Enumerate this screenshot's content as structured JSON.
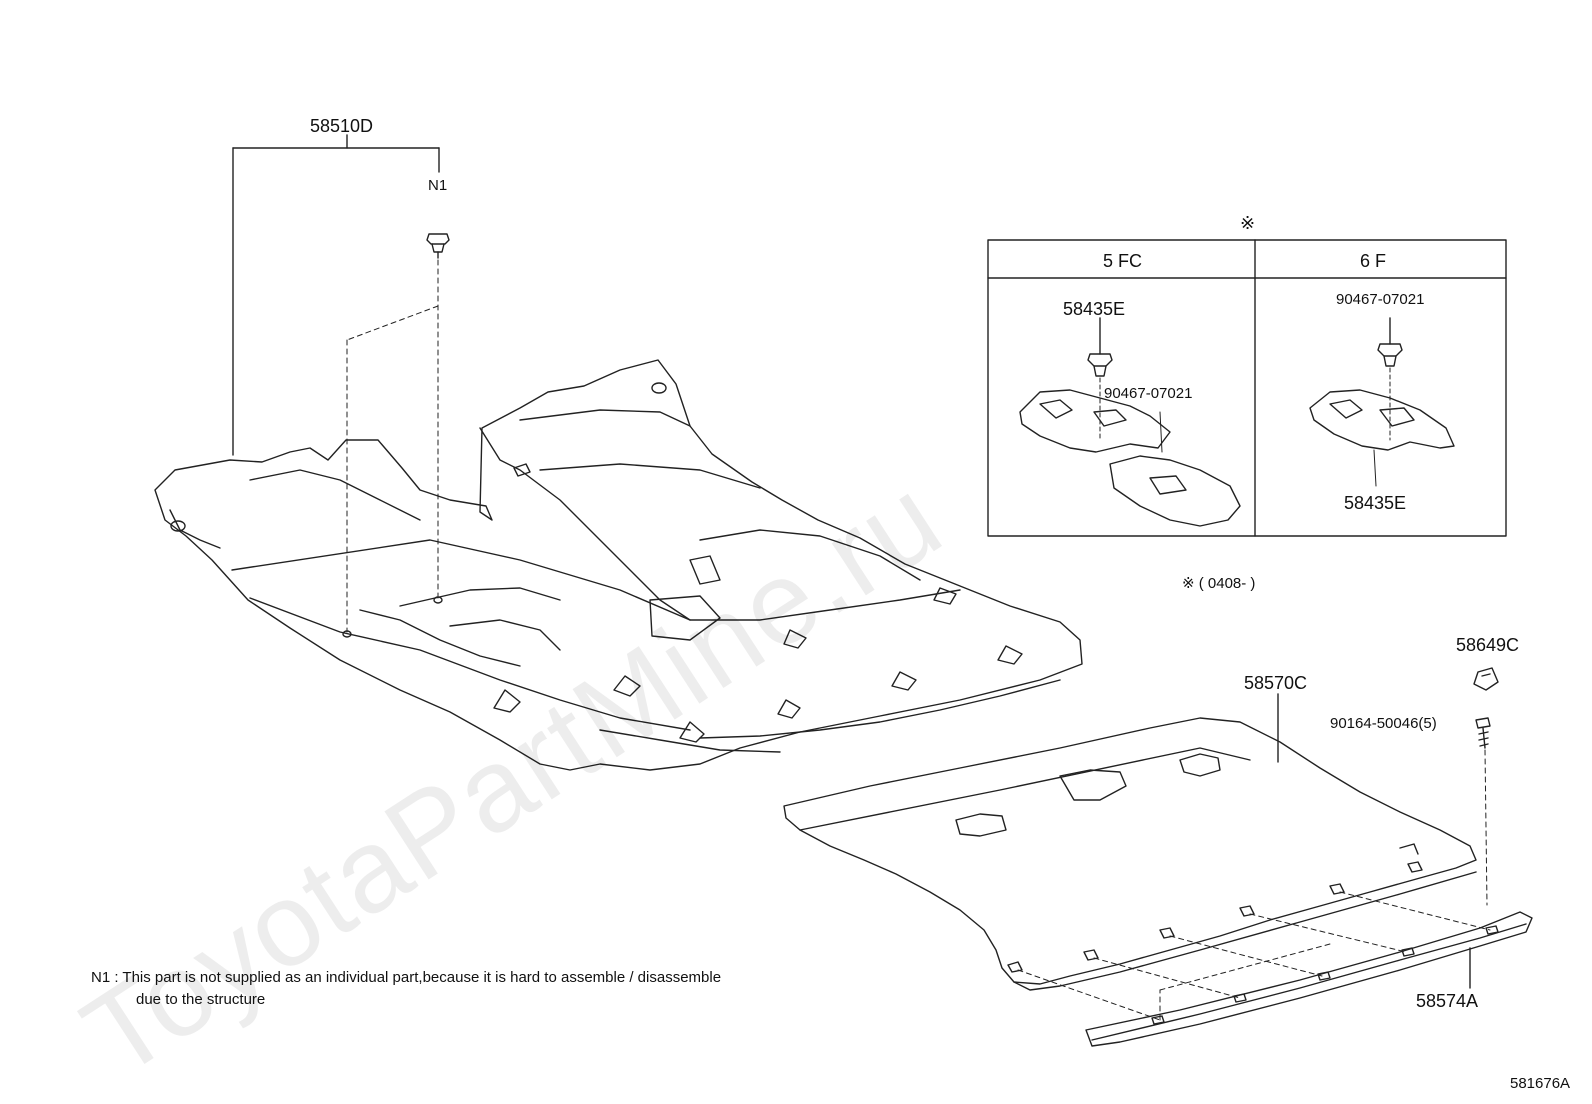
{
  "watermark": "ToyotaPartMine.ru",
  "labels": {
    "carpet_front": "58510D",
    "n1_marker": "N1",
    "inset_symbol": "※",
    "inset_col1": "5 FC",
    "inset_col2": "6 F",
    "inset_part_a": "58435E",
    "inset_part_b": "90467-07021",
    "inset_part_c": "90467-07021",
    "inset_part_d": "58435E",
    "inset_note": "※ ( 0408-        )",
    "part_58649c": "58649C",
    "part_58570c": "58570C",
    "part_90164": "90164-50046(5)",
    "part_58574a": "58574A",
    "footnote_line1": "N1 :  This part is not supplied as an individual part,because it is hard to assemble / disassemble",
    "footnote_line2": "due to the structure",
    "figure_number": "581676A"
  }
}
